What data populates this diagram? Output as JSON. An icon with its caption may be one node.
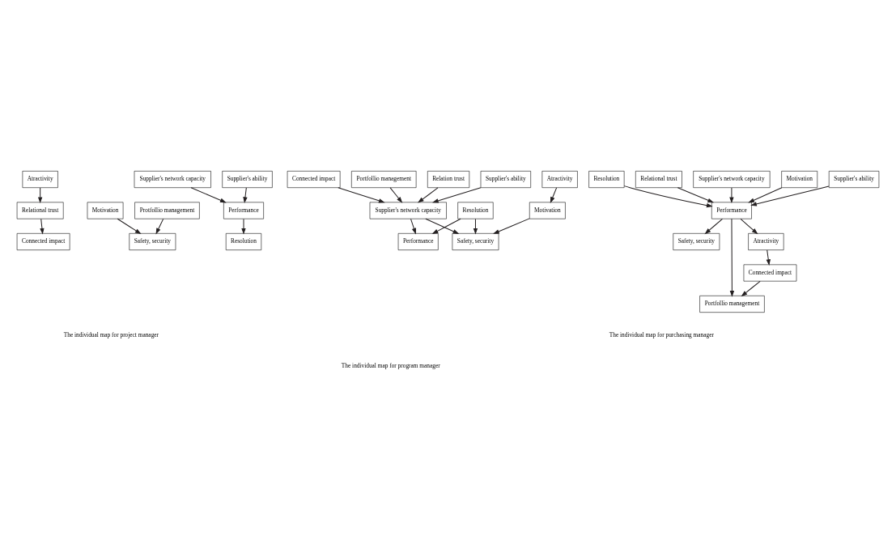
{
  "diagram": {
    "nodes": [
      {
        "text": [
          "Supplier's ability"
        ]
      },
      {
        "text": [
          "Performance"
        ]
      },
      {
        "text": [
          "Resolution"
        ]
      },
      {
        "text": [
          "Supplier's network capacity"
        ]
      },
      {
        "text": [
          "Protfollio management"
        ]
      },
      {
        "text": [
          "Safety, security"
        ]
      },
      {
        "text": [
          "Motivation"
        ]
      },
      {
        "text": [
          "Atractivity"
        ]
      },
      {
        "text": [
          "Relational trust"
        ]
      },
      {
        "text": [
          "Connected impact"
        ]
      },
      {
        "text": [
          "Safety, security"
        ]
      },
      {
        "text": [
          "Resolution"
        ]
      },
      {
        "text": [
          "Supplier's ability"
        ]
      },
      {
        "text": [
          "Supplier's network capacity"
        ]
      },
      {
        "text": [
          "Performance"
        ]
      },
      {
        "text": [
          "Relation trust"
        ]
      },
      {
        "text": [
          "Motivation"
        ]
      },
      {
        "text": [
          "Portfollio management"
        ]
      },
      {
        "text": [
          "Connected impact"
        ]
      },
      {
        "text": [
          "Atractivity"
        ]
      },
      {
        "text": [
          "Supplier's ability"
        ]
      },
      {
        "text": [
          "Motivation"
        ]
      },
      {
        "text": [
          "Safety, security"
        ]
      },
      {
        "text": [
          "Supplier's network capacity"
        ]
      },
      {
        "text": [
          "Performance"
        ]
      },
      {
        "text": [
          "Relational trust"
        ]
      },
      {
        "text": [
          "Atractivity"
        ]
      },
      {
        "text": [
          "Resolution"
        ]
      },
      {
        "text": [
          "Connected impact"
        ]
      },
      {
        "text": [
          "Portfollio management"
        ]
      }
    ],
    "edges": [
      {
        "from": 0,
        "to": 1,
        "arrow": "to"
      },
      {
        "from": 3,
        "to": 1,
        "arrow": "to"
      },
      {
        "from": 1,
        "to": 2,
        "arrow": "to"
      },
      {
        "from": 4,
        "to": 5,
        "arrow": "to"
      },
      {
        "from": 6,
        "to": 5,
        "arrow": "to"
      },
      {
        "from": 7,
        "to": 8,
        "arrow": "to"
      },
      {
        "from": 8,
        "to": 9,
        "arrow": "to"
      },
      {
        "from": 11,
        "to": 10,
        "arrow": "to"
      },
      {
        "from": 16,
        "to": 10,
        "arrow": "to"
      },
      {
        "from": 11,
        "to": 14,
        "arrow": "to"
      },
      {
        "from": 12,
        "to": 13,
        "arrow": "to"
      },
      {
        "from": 13,
        "to": 10,
        "arrow": "to"
      },
      {
        "from": 13,
        "to": 14,
        "arrow": "to"
      },
      {
        "from": 15,
        "to": 13,
        "arrow": "to"
      },
      {
        "from": 17,
        "to": 13,
        "arrow": "to"
      },
      {
        "from": 18,
        "to": 13,
        "arrow": "to"
      },
      {
        "from": 19,
        "to": 16,
        "arrow": "to"
      },
      {
        "from": 20,
        "to": 24,
        "arrow": "to"
      },
      {
        "from": 21,
        "to": 24,
        "arrow": "to"
      },
      {
        "from": 24,
        "to": 22,
        "arrow": "to"
      },
      {
        "from": 23,
        "to": 24,
        "arrow": "to"
      },
      {
        "from": 25,
        "to": 24,
        "arrow": "to"
      },
      {
        "from": 24,
        "to": 26,
        "arrow": "to"
      },
      {
        "from": 27,
        "to": 24,
        "arrow": "to"
      },
      {
        "from": 24,
        "to": 29,
        "arrow": "to"
      },
      {
        "from": 26,
        "to": 28,
        "arrow": "to"
      },
      {
        "from": 28,
        "to": 29,
        "arrow": "to"
      }
    ],
    "labels": [
      "The individual map for project manager",
      "The individual map for program manager",
      "The individual map for purchasing manager"
    ]
  }
}
